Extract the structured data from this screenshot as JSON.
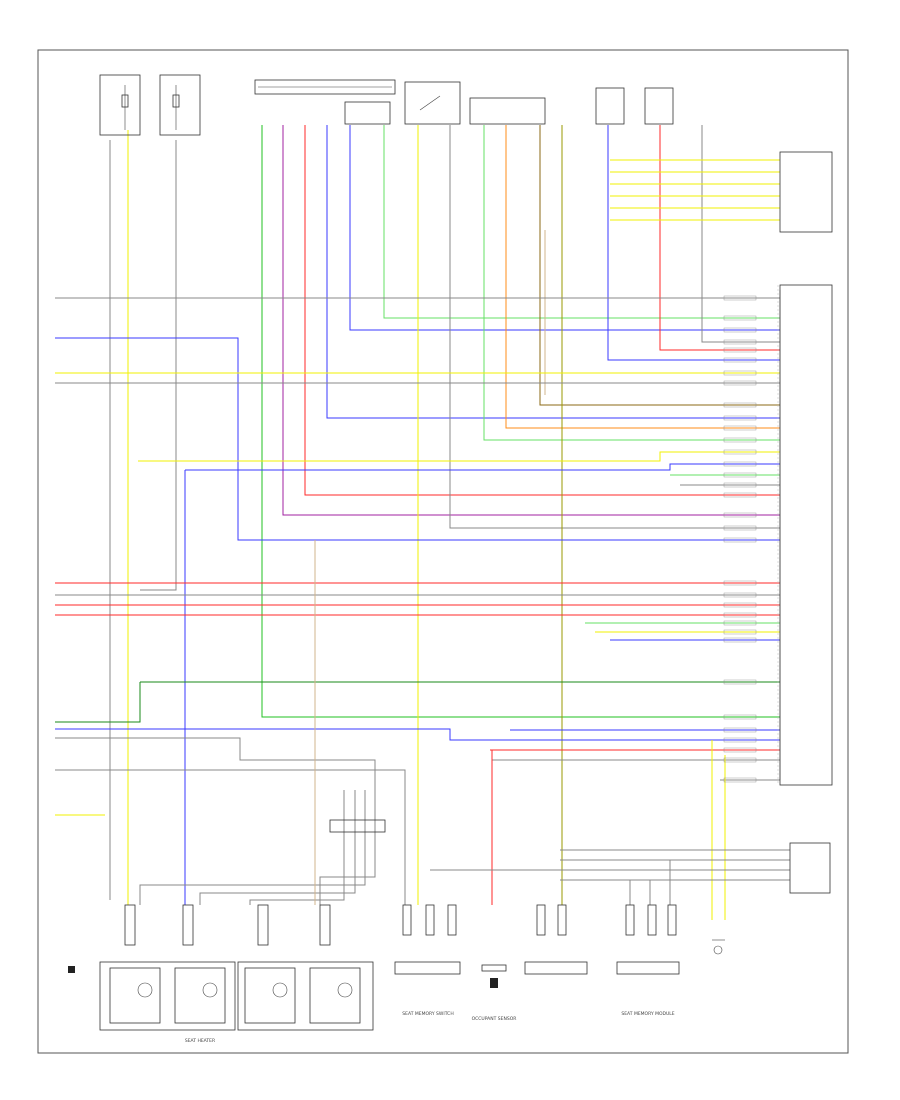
{
  "diagram": {
    "footer_code": "",
    "bottom_labels": [
      "SEAT HEATER",
      "SEAT MEMORY SWITCH",
      "OCCUPANT SENSOR",
      "SEAT MEMORY MODULE"
    ],
    "colors": {
      "green": "#22c022",
      "red": "#ff2a2a",
      "blue": "#3a3aff",
      "yellow": "#f2f200",
      "violet": "#a020a0",
      "brown": "#8b6914",
      "gray": "#888888",
      "light_green": "#66e066",
      "dark_green": "#1a8a1a",
      "tan": "#d2b48c",
      "olive": "#9a9a00",
      "orange": "#ff8c1a",
      "black": "#222222"
    }
  }
}
